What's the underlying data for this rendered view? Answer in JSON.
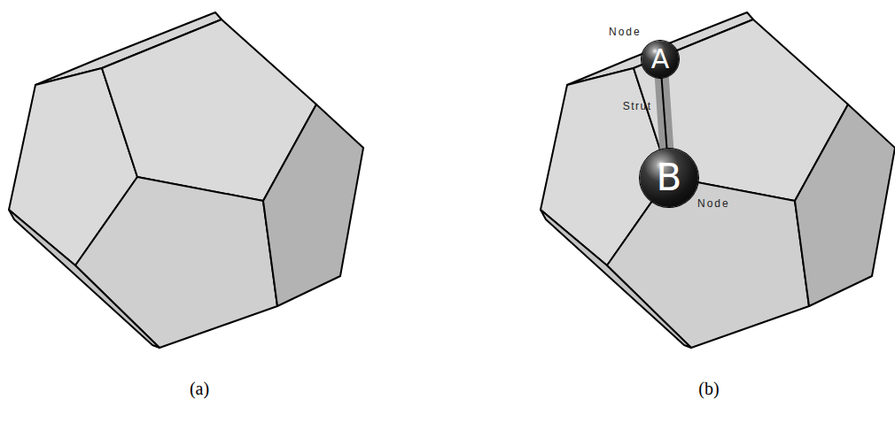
{
  "diagram": {
    "nodes": [
      {
        "text": [
          "A",
          "Node"
        ]
      },
      {
        "text": [
          "B",
          "Node"
        ]
      }
    ],
    "edges": [
      {
        "from": 0,
        "to": 1,
        "label": "Strut",
        "arrow": "none"
      }
    ],
    "labels": [
      "(a)",
      "(b)"
    ]
  }
}
